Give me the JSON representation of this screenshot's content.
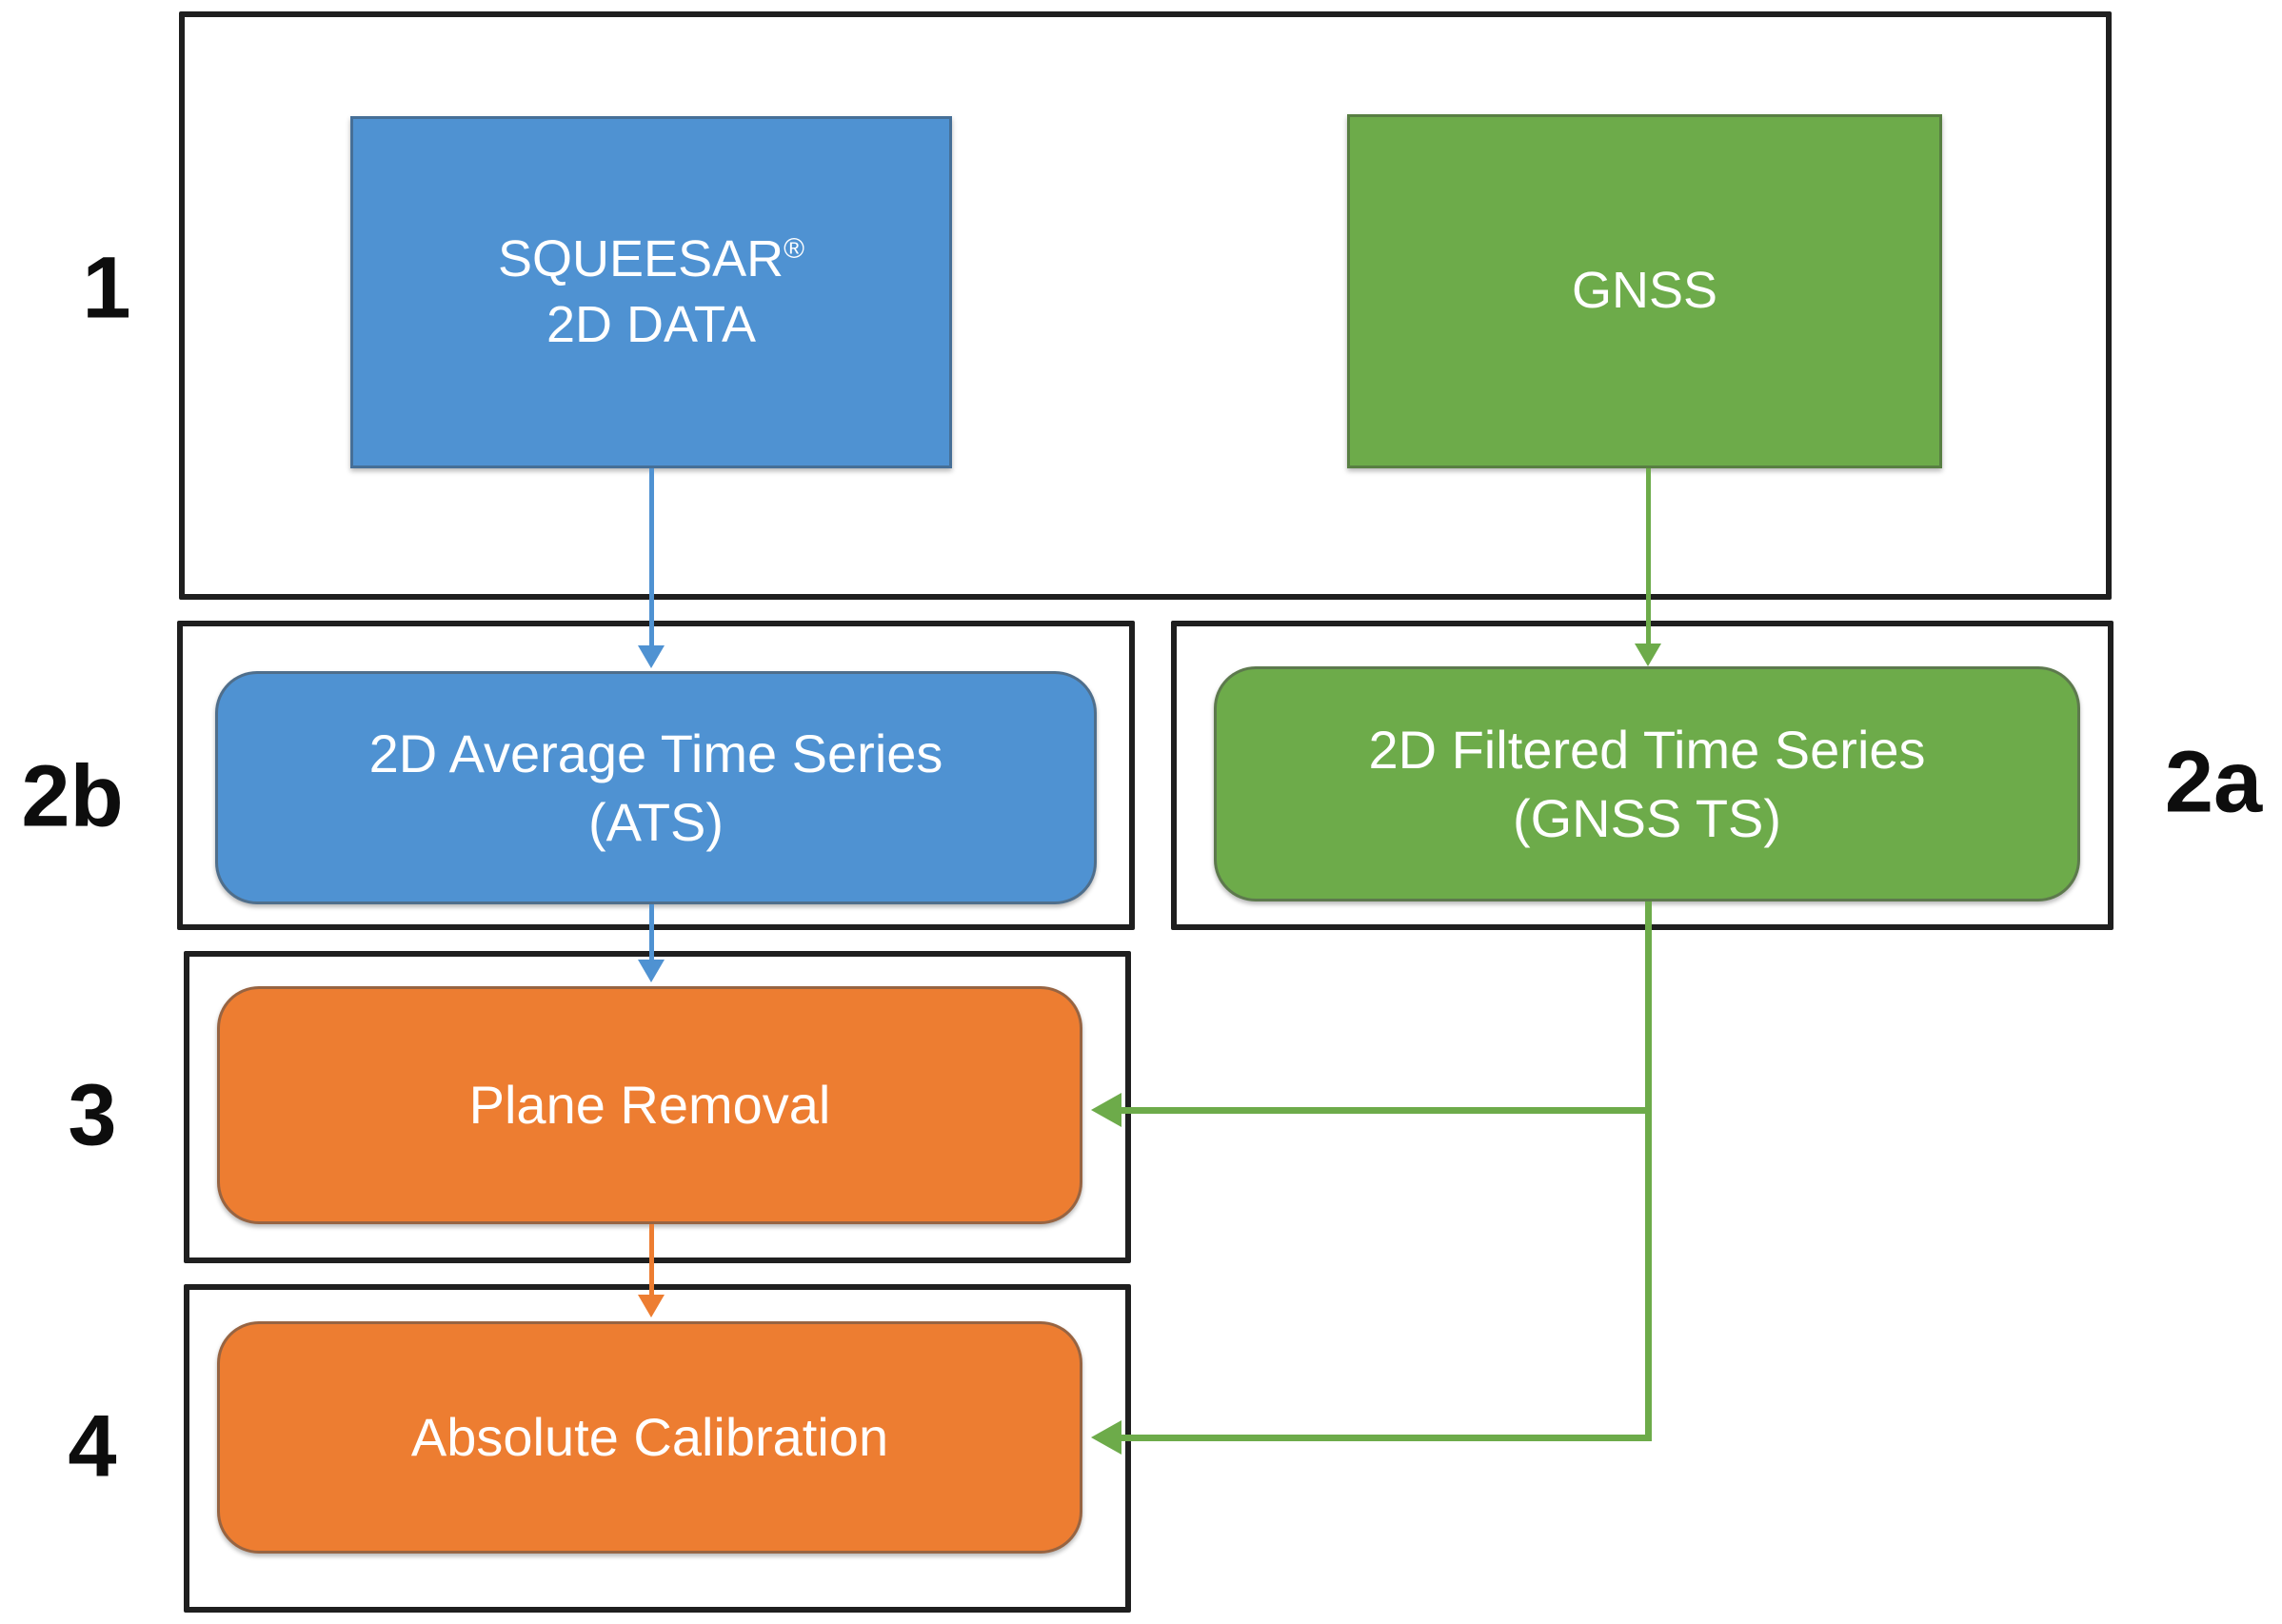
{
  "colors": {
    "blue": "#4f92d2",
    "green": "#6dab4a",
    "orange": "#ed7d31",
    "line": "#1f1f1f",
    "label": "#0d0d0d",
    "bg": "#ffffff",
    "boxtext": "#ffffff"
  },
  "labels": {
    "stage1": "1",
    "stage2b": "2b",
    "stage2a": "2a",
    "stage3": "3",
    "stage4": "4"
  },
  "nodes": {
    "squeesar": {
      "line1": "SQUEESAR",
      "sup": "®",
      "line2": "2D DATA"
    },
    "gnss": {
      "label": "GNSS"
    },
    "ats": {
      "line1": "2D Average Time Series",
      "line2": "(ATS)"
    },
    "gnss_ts": {
      "line1": "2D Filtered Time Series",
      "line2": "(GNSS TS)"
    },
    "plane_removal": {
      "label": "Plane Removal"
    },
    "absolute_calibration": {
      "label": "Absolute Calibration"
    }
  }
}
